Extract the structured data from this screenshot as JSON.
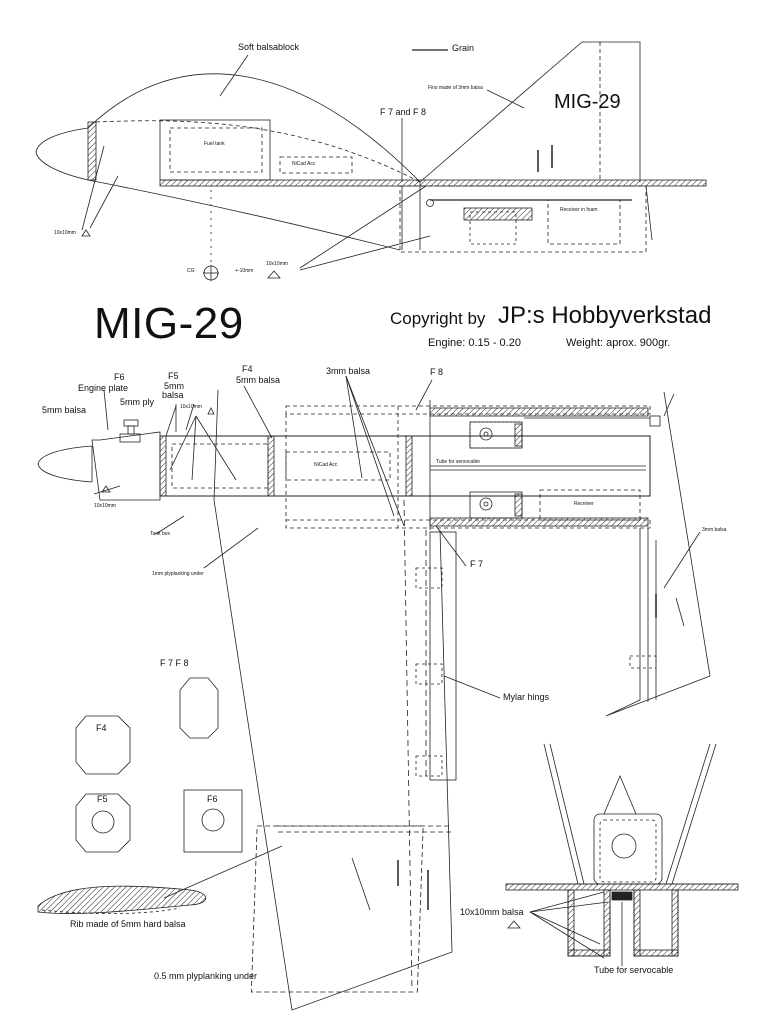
{
  "header": {
    "title": "MIG-29",
    "copyright_prefix": "Copyright by",
    "copyright_name": "JP:s Hobbyverkstad",
    "engine": "Engine:  0.15 - 0.20",
    "weight": "Weight: aprox. 900gr."
  },
  "side_view": {
    "soft_block": "Soft balsablock",
    "grain": "Grain",
    "fins": "Fins made of 3mm balsa",
    "tail_title": "MIG-29",
    "f7_f8": "F 7 and F 8",
    "fuel_tank": "Fuel tank",
    "nicad": "NiCad Acc",
    "receiver": "Receiver in foam",
    "stock_10x10_a": "10x10mm",
    "stock_10x10_b": "10x10mm",
    "cg": "CG",
    "cg_offset": "+-10mm"
  },
  "top_view": {
    "f6": "F6",
    "engine_plate": "Engine plate",
    "f5": "F5",
    "f5_a": "5mm",
    "f5_b": "balsa",
    "f4": "F4",
    "f4_balsa": "5mm balsa",
    "ply": "5mm ply",
    "nose_balsa": "5mm balsa",
    "tenten": "10x10mm",
    "three_mm": "3mm balsa",
    "f8": "F 8",
    "f7": "F 7",
    "tube": "Tube for servocable",
    "nicad": "NiCad Acc",
    "receiver": "Receiver",
    "tank_box": "Tank box",
    "nose_10": "10x10mm",
    "ply_under": "1mm plyplanking under",
    "mylar": "Mylar hings",
    "fin_balsa": "3mm balsa"
  },
  "formers": {
    "f7f8": "F 7  F 8",
    "f4": "F4",
    "f5": "F5",
    "f6": "F6"
  },
  "rib": {
    "label": "Rib made of 5mm hard balsa"
  },
  "wing": {
    "ply_under": "0.5 mm plyplanking under"
  },
  "section": {
    "balsa": "10x10mm balsa",
    "tube": "Tube for servocable"
  }
}
